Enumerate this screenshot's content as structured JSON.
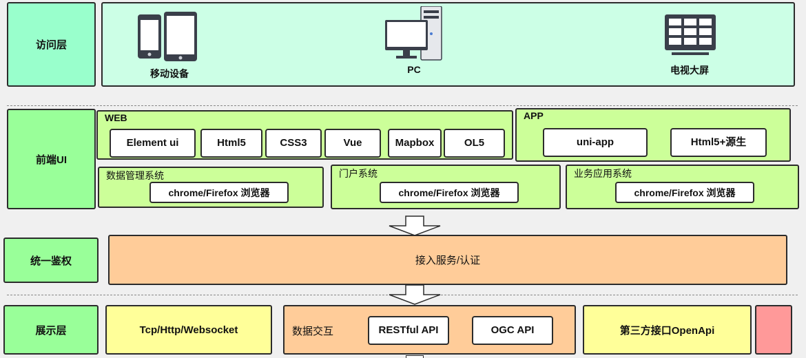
{
  "access_layer": {
    "label": "访问层",
    "devices": [
      {
        "label": "移动设备",
        "icon": "mobile-devices-icon"
      },
      {
        "label": "PC",
        "icon": "desktop-pc-icon"
      },
      {
        "label": "电视大屏",
        "icon": "tv-big-screen-icon"
      }
    ]
  },
  "frontend_ui": {
    "label": "前端UI",
    "web": {
      "title": "WEB",
      "items": [
        "Element ui",
        "Html5",
        "CSS3",
        "Vue",
        "Mapbox",
        "OL5"
      ]
    },
    "app": {
      "title": "APP",
      "items": [
        "uni-app",
        "Html5+源生"
      ]
    },
    "systems": [
      {
        "title": "数据管理系统",
        "browser": "chrome/Firefox 浏览器"
      },
      {
        "title": "门户系统",
        "browser": "chrome/Firefox 浏览器"
      },
      {
        "title": "业务应用系统",
        "browser": "chrome/Firefox 浏览器"
      }
    ]
  },
  "auth": {
    "label": "统一鉴权",
    "service": "接入服务/认证"
  },
  "display_layer": {
    "label": "展示层",
    "protocol": "Tcp/Http/Websocket",
    "data_exchange": {
      "title": "数据交互",
      "items": [
        "RESTful API",
        "OGC API"
      ]
    },
    "third_party": "第三方接口OpenApi"
  },
  "colors": {
    "mint": "#99ffcc",
    "green": "#99ff99",
    "lime": "#ccff99",
    "peach": "#ffcc99",
    "yellow": "#ffff99",
    "pink": "#ff9999",
    "light_mint": "#ccffe6"
  }
}
